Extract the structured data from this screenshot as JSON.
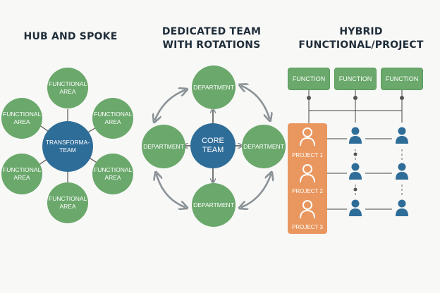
{
  "titles": {
    "hub": "HUB AND SPOKE",
    "dedicated_line1": "DEDICATED TEAM",
    "dedicated_line2": "WITH ROTATIONS",
    "hybrid_line1": "HYBRID",
    "hybrid_line2": "FUNCTIONAL/PROJECT"
  },
  "hub": {
    "center": "TRANSFORMA-TEAM",
    "spoke_label": "FUNCTIONAL AREA"
  },
  "dedicated": {
    "center": "CORE TEAM",
    "node_label": "DEPARTMENT"
  },
  "hybrid": {
    "functions": [
      "FUNCTION",
      "FUNCTION",
      "FUNCTION"
    ],
    "projects": [
      "PROJECT 1",
      "PROJECT 2",
      "PROJECT 3"
    ]
  },
  "colors": {
    "green": "#6aa86b",
    "blue": "#2f6d99",
    "orange": "#e9975f",
    "arrow": "#8a9297"
  }
}
